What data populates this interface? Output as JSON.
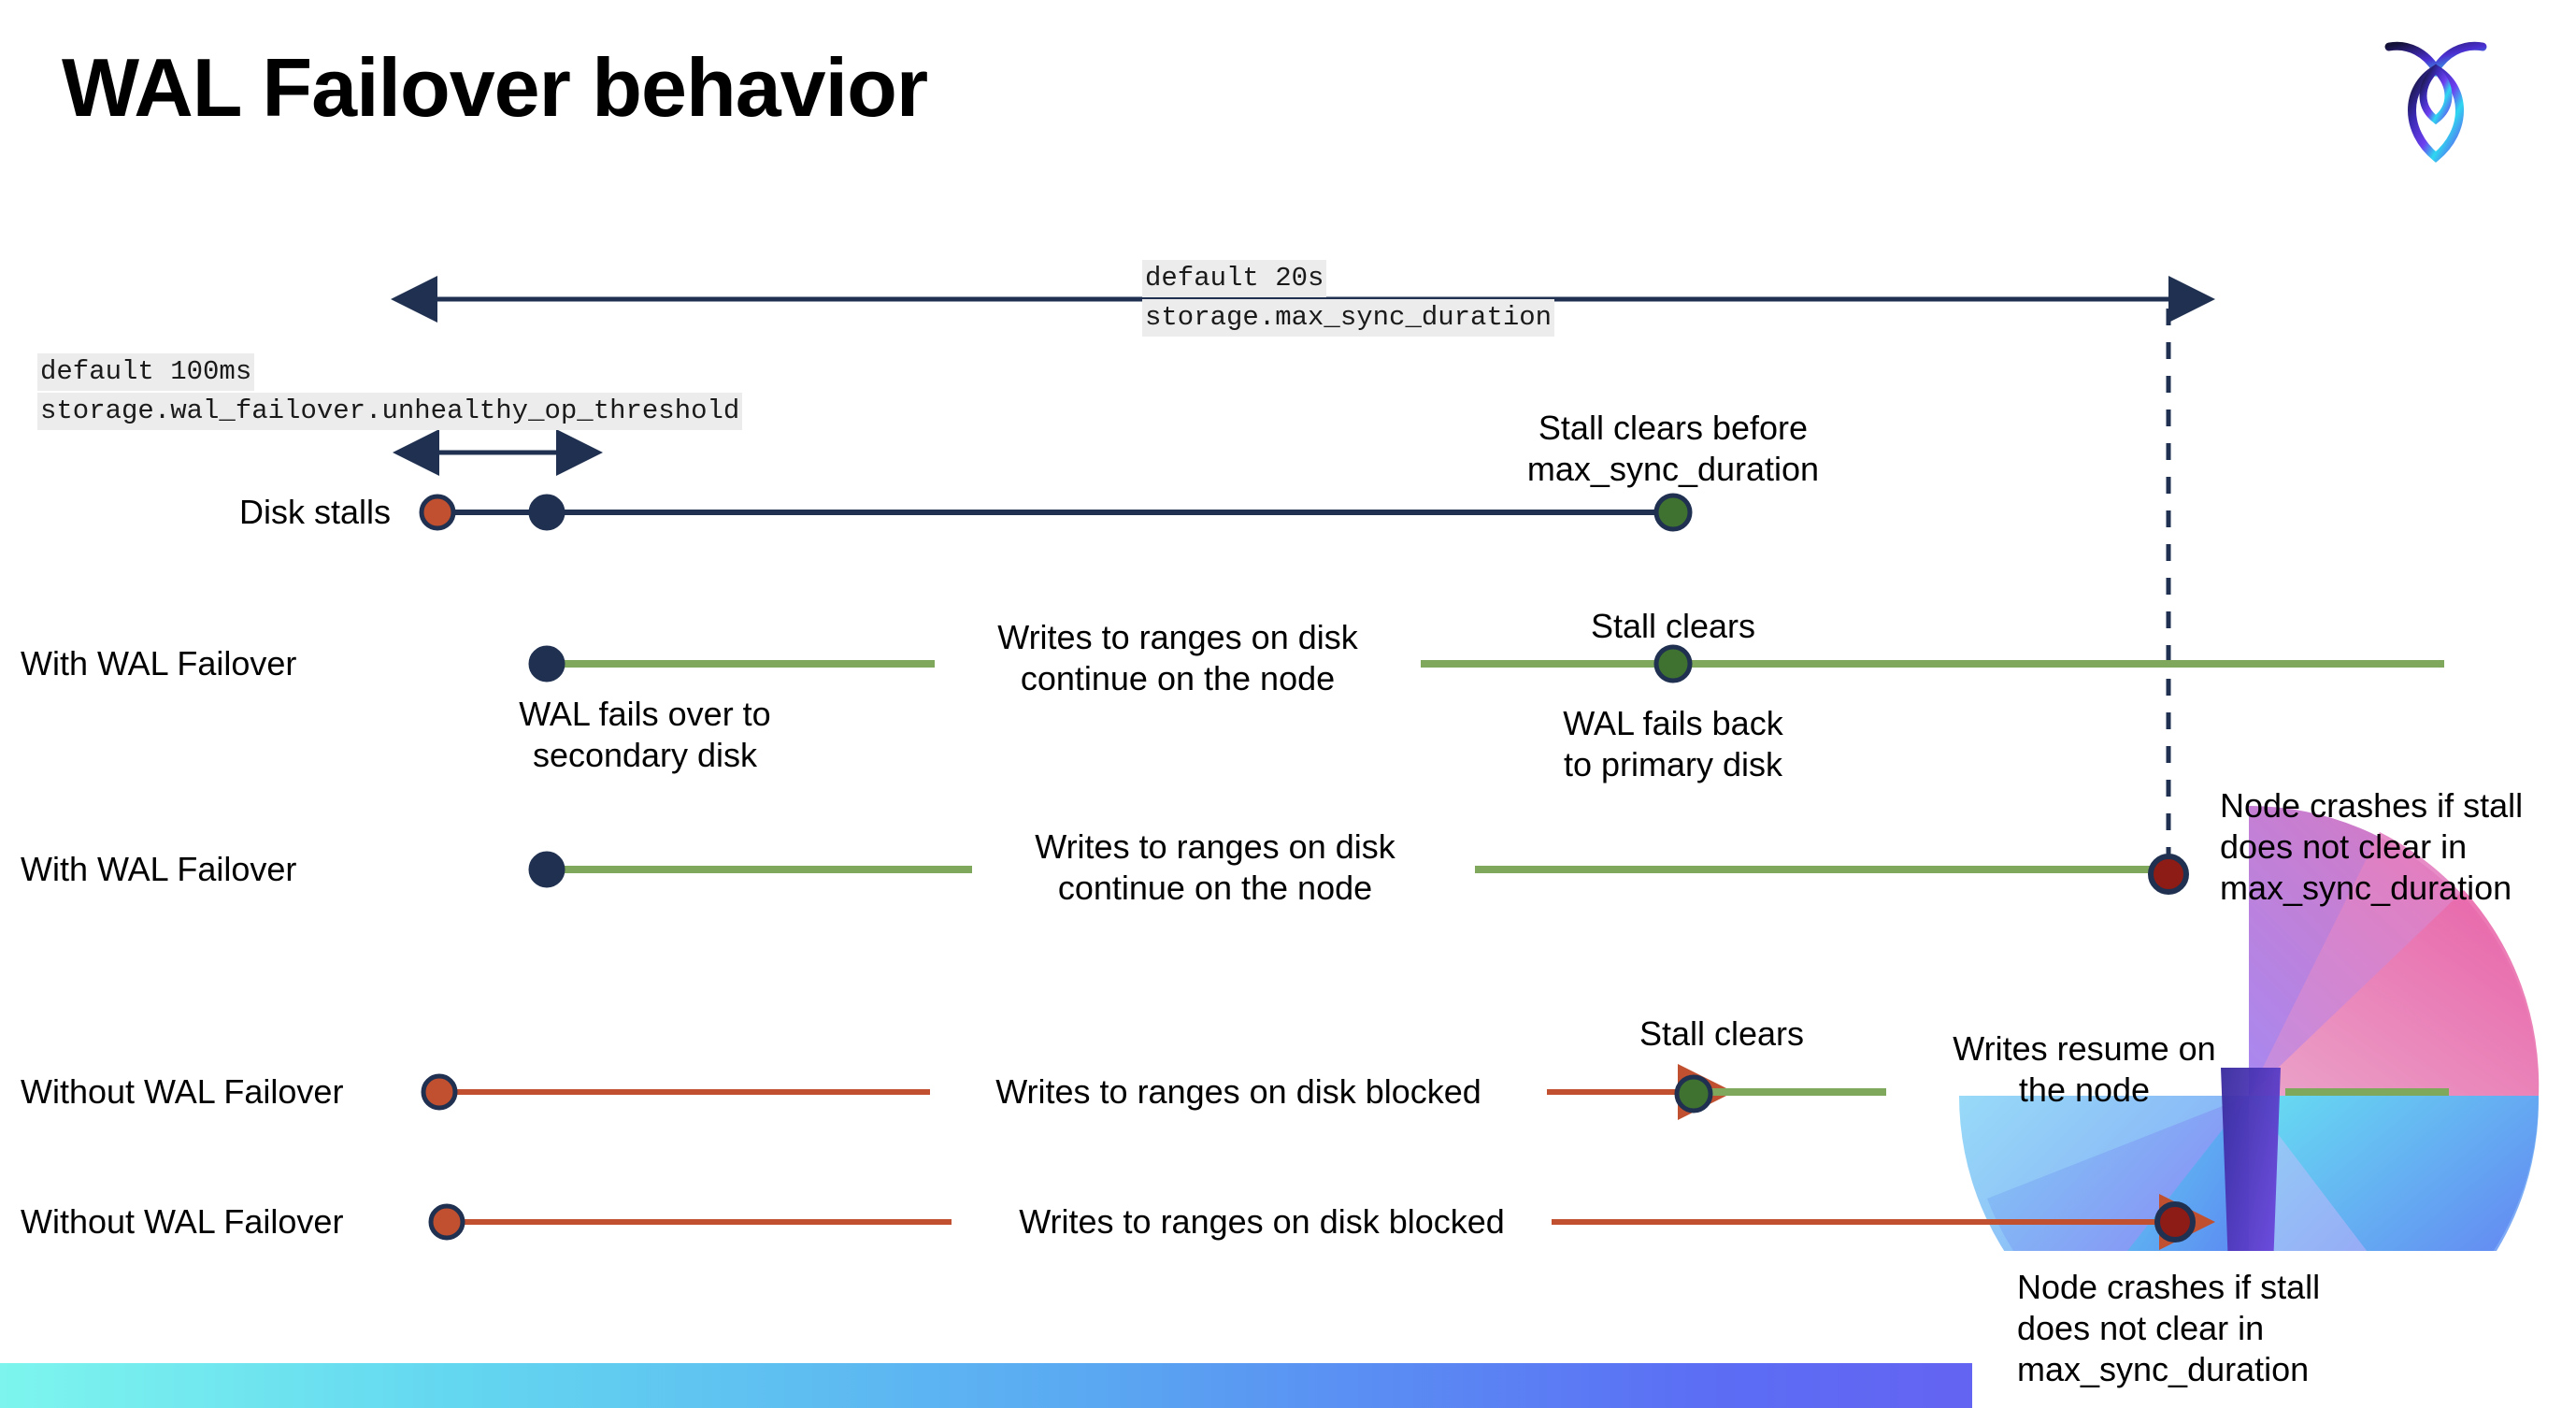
{
  "slide": {
    "title": "WAL Failover behavior",
    "logo_name": "cockroachdb-logo"
  },
  "colors": {
    "navy": "#1f3050",
    "green_line": "#7aa martial",
    "green": "#7fa85c",
    "green_dot": "#3f7230",
    "orange": "#c0502f",
    "dark_red": "#8d1c16",
    "code_bg": "#ececec",
    "bar_gradient_start": "#7df5ee",
    "bar_gradient_end": "#7a4ff0"
  },
  "annotations": {
    "max_sync_default": "default 20s",
    "max_sync_setting": "storage.max_sync_duration",
    "unhealthy_default": "default 100ms",
    "unhealthy_setting": "storage.wal_failover.unhealthy_op_threshold"
  },
  "rows": [
    {
      "label": "Disk stalls",
      "note_top": "Stall clears before\nmax_sync_duration"
    },
    {
      "label": "With WAL Failover",
      "note_start": "WAL fails over to\nsecondary disk",
      "note_mid": "Writes to ranges on disk\ncontinue on the node",
      "note_clear": "Stall clears",
      "note_back": "WAL fails  back\nto primary disk"
    },
    {
      "label": "With WAL Failover",
      "note_mid": "Writes to ranges on disk\ncontinue on the node",
      "note_crash": "Node crashes if stall\ndoes not clear in\nmax_sync_duration"
    },
    {
      "label": "Without WAL Failover",
      "note_mid": "Writes to ranges on disk  blocked",
      "note_clear": "Stall clears",
      "note_resume": "Writes resume on\nthe node"
    },
    {
      "label": "Without WAL Failover",
      "note_mid": "Writes to ranges on disk  blocked",
      "note_crash": "Node crashes if stall\ndoes not clear in\nmax_sync_duration"
    }
  ]
}
